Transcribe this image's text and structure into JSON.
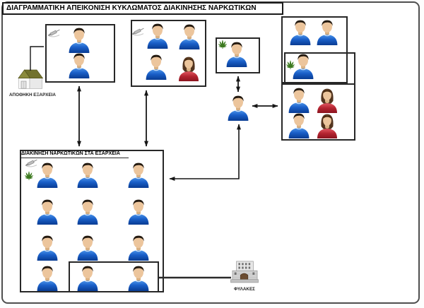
{
  "title": "ΔΙΑΓΡΑΜΜΑΤΙΚΗ ΑΠΕΙΚΟΝΙΣΗ ΚΥΚΛΩΜΑΤΟΣ ΔΙΑΚΙΝΗΣΗΣ ΝΑΡΚΩΤΙΚΩΝ",
  "warehouse": {
    "label": "ΑΠΟΘΗΚΗ ΕΞΑΡΧΕΙΑ",
    "icon": "warehouse-house-icon"
  },
  "prison": {
    "label": "ΦΥΛΑΚΕΣ",
    "icon": "prison-building-icon"
  },
  "cells": {
    "supply_cell": {
      "icons": [
        "syringe-icon"
      ],
      "persons": [
        "man",
        "man"
      ]
    },
    "courier_cell": {
      "icons": [
        "syringe-icon"
      ],
      "persons": [
        "man",
        "man",
        "man",
        "woman"
      ]
    },
    "grower_cell": {
      "icons": [
        "cannabis-leaf-icon"
      ],
      "persons": [
        "man"
      ]
    },
    "right_top_cell": {
      "icons": [],
      "persons": [
        "man",
        "man"
      ]
    },
    "right_mid_cell": {
      "icons": [
        "cannabis-leaf-icon"
      ],
      "persons": [
        "man"
      ]
    },
    "right_bottom_cell": {
      "icons": [],
      "persons": [
        "man",
        "woman",
        "man",
        "woman"
      ]
    },
    "street_cell": {
      "label": "ΔΙΑΚΙΝΗΣΗ ΝΑΡΚΩΤΙΚΩΝ ΣΤΑ ΕΞΑΡΧΕΙΑ",
      "icons": [
        "syringe-icon",
        "cannabis-leaf-icon"
      ],
      "persons": [
        "man",
        "man",
        "man",
        "man",
        "man",
        "man",
        "man",
        "man",
        "man",
        "man",
        "man",
        "man"
      ]
    },
    "middle_dealer": {
      "icons": [],
      "persons": [
        "man"
      ]
    }
  },
  "colors": {
    "shirt_blue": "#1a5fc8",
    "shirt_red": "#b32430",
    "leaf_green": "#3c7a1f",
    "connector": "#161616",
    "roof_olive": "#72722e"
  },
  "connectors": [
    "warehouse-to-supply-line",
    "supply-street-double-arrow",
    "courier-street-double-arrow",
    "grower-dealer-double-arrow",
    "dealer-rightcell-double-arrow",
    "dealer-street-elbow-double-arrow",
    "arrest-to-prison-line"
  ]
}
